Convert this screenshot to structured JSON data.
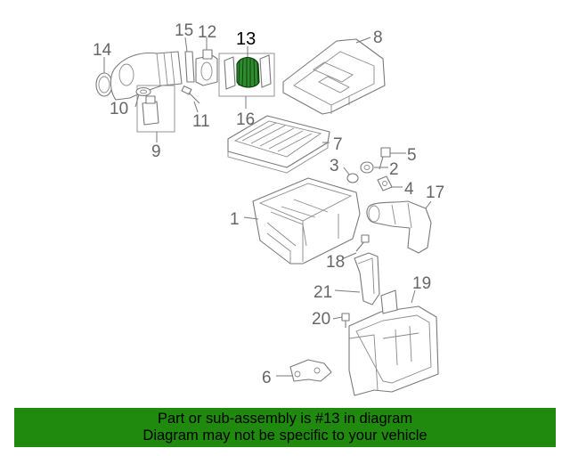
{
  "diagram": {
    "callouts": {
      "c1": "1",
      "c2": "2",
      "c3": "3",
      "c4": "4",
      "c5": "5",
      "c6": "6",
      "c7": "7",
      "c8": "8",
      "c9": "9",
      "c10": "10",
      "c11": "11",
      "c12": "12",
      "c13": "13",
      "c14": "14",
      "c15": "15",
      "c16": "16",
      "c17": "17",
      "c18": "18",
      "c19": "19",
      "c20": "20",
      "c21": "21"
    },
    "highlight_color": "#2e8b2e"
  },
  "banner": {
    "line1": "Part or sub-assembly is #13 in diagram",
    "line2": "Diagram may not be specific to your vehicle",
    "color": "#1f8a0d"
  }
}
